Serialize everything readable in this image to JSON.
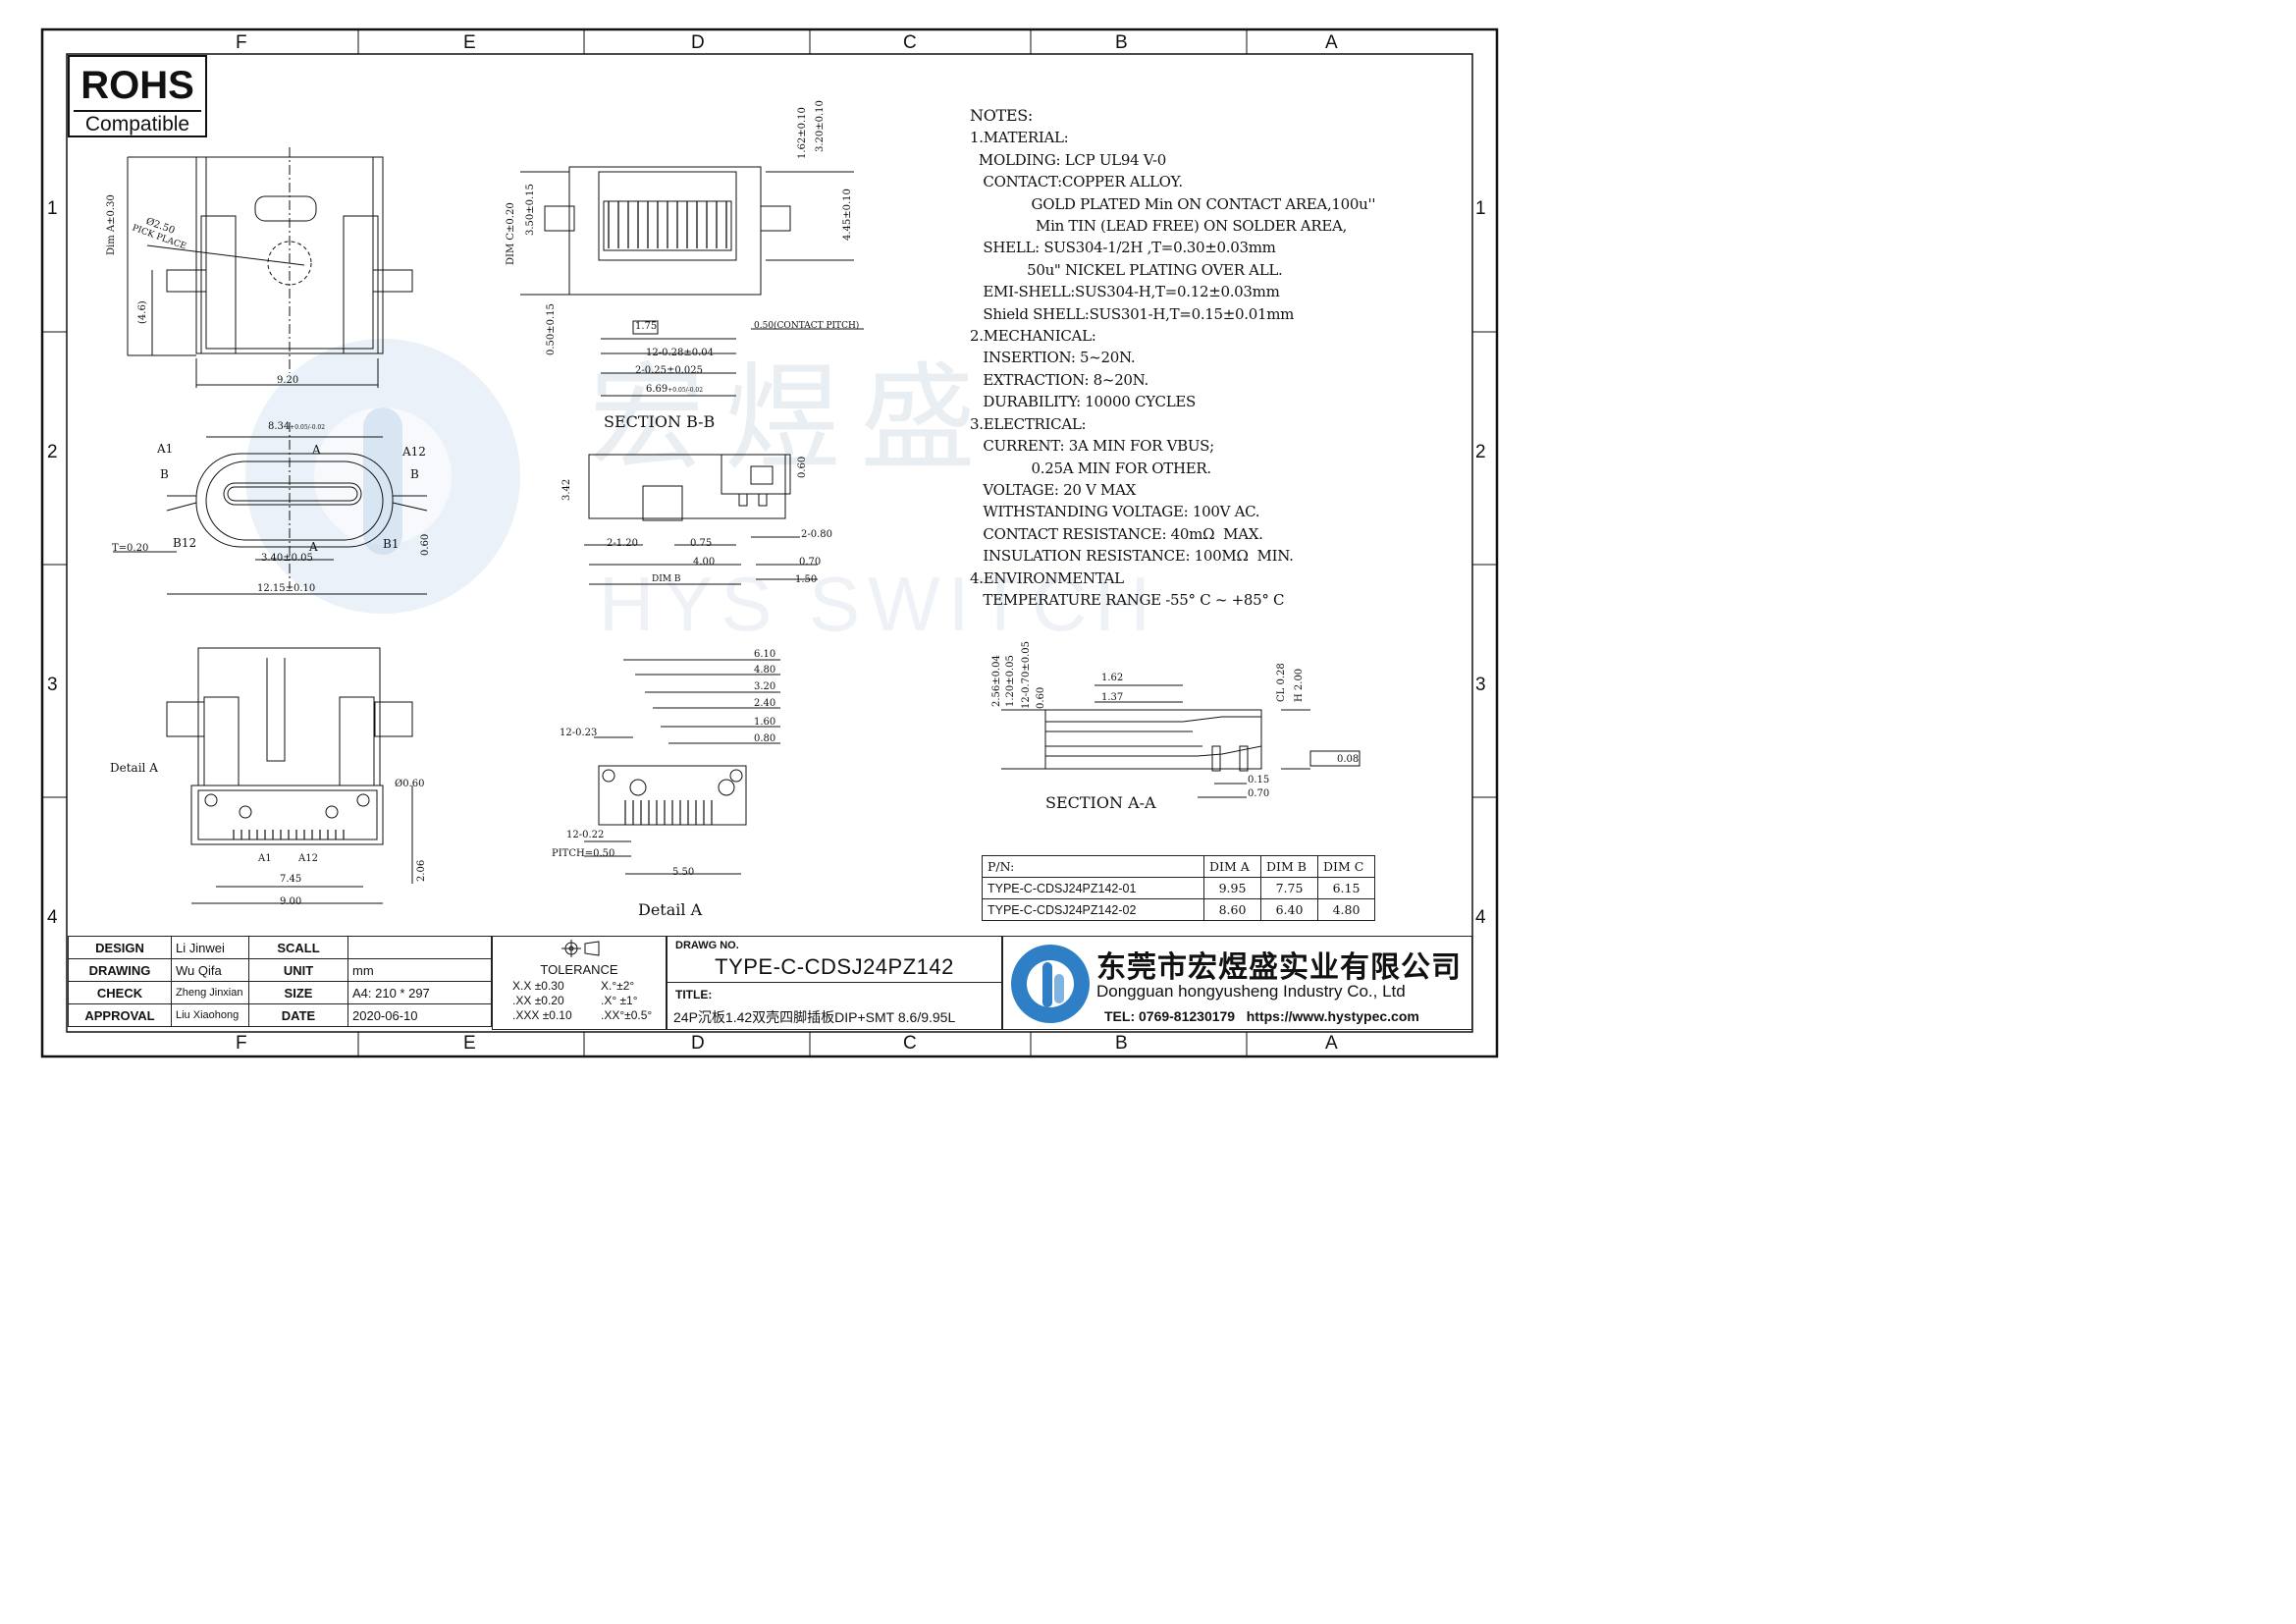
{
  "zones": {
    "columns": [
      "F",
      "E",
      "D",
      "C",
      "B",
      "A"
    ],
    "rows": [
      "1",
      "2",
      "3",
      "4"
    ]
  },
  "rohs": {
    "title": "ROHS",
    "subtitle": "Compatible"
  },
  "watermark": {
    "cn": "宏煜盛",
    "en": "HYS SWITCH"
  },
  "top_view": {
    "dim_a": "Dim A±0.30",
    "pick": "Ø2.50",
    "pick_place": "PICK PLACE",
    "paren": "(4.6)",
    "width": "9.20"
  },
  "section_bb": {
    "caption": "SECTION B-B",
    "d162": "1.62±0.10",
    "d320": "3.20±0.10",
    "d445": "4.45±0.10",
    "d350": "3.50±0.15",
    "dimc": "DIM C±0.20",
    "d050": "0.50±0.15",
    "d175": "1.75",
    "pitch": "0.50(CONTACT PITCH)",
    "d12": "12-0.28±0.04",
    "d2": "2-0.25±0.025",
    "d669": "6.69",
    "d669_tol": "+0.05/-0.02"
  },
  "front_view": {
    "d834": "8.34",
    "d834_tol": "+0.05/-0.02",
    "a": "A",
    "a1": "A1",
    "a12": "A12",
    "b": "B",
    "b12": "B12",
    "b1": "B1",
    "t": "T=0.20",
    "d340": "3.40±0.05",
    "d060": "0.60",
    "d1215": "12.15±0.10"
  },
  "side_view": {
    "d342": "3.42",
    "d060": "0.60",
    "d2120": "2-1.20",
    "d075": "0.75",
    "d280": "2-0.80",
    "d400": "4.00",
    "d070": "0.70",
    "dimb": "DIM B",
    "d150": "1.50"
  },
  "bottom_view": {
    "detail": "Detail A",
    "hole": "Ø0.60",
    "a1": "A1",
    "a12": "A12",
    "d745": "7.45",
    "d206": "2.06",
    "d900": "9.00"
  },
  "detail_a": {
    "caption": "Detail A",
    "d610": "6.10",
    "d480": "4.80",
    "d320": "3.20",
    "d240": "2.40",
    "d160": "1.60",
    "d080": "0.80",
    "d1223": "12-0.23",
    "d1222": "12-0.22",
    "pitch": "PITCH=0.50",
    "d550": "5.50"
  },
  "notes": {
    "title": "NOTES:",
    "lines": [
      "1.MATERIAL:",
      "  MOLDING: LCP UL94 V-0",
      "   CONTACT:COPPER ALLOY.",
      "              GOLD PLATED Min ON CONTACT AREA,100u''",
      "               Min TIN (LEAD FREE) ON SOLDER AREA,",
      "   SHELL: SUS304-1/2H ,T=0.30±0.03mm",
      "             50u\" NICKEL PLATING OVER ALL.",
      "   EMI-SHELL:SUS304-H,T=0.12±0.03mm",
      "   Shield SHELL:SUS301-H,T=0.15±0.01mm",
      "2.MECHANICAL:",
      "   INSERTION: 5~20N.",
      "   EXTRACTION: 8~20N.",
      "   DURABILITY: 10000 CYCLES",
      "3.ELECTRICAL:",
      "   CURRENT: 3A MIN FOR VBUS;",
      "              0.25A MIN FOR OTHER.",
      "   VOLTAGE: 20 V MAX",
      "   WITHSTANDING VOLTAGE: 100V AC.",
      "   CONTACT RESISTANCE: 40mΩ  MAX.",
      "   INSULATION RESISTANCE: 100MΩ  MIN.",
      "4.ENVIRONMENTAL",
      "   TEMPERATURE RANGE -55° C ~ +85° C"
    ]
  },
  "section_aa": {
    "caption": "SECTION A-A",
    "d256": "2.56±0.04",
    "d120": "1.20±0.05",
    "d12070": "12-0.70±0.05",
    "d060": "0.60",
    "d162": "1.62",
    "d137": "1.37",
    "cl": "CL 0.28",
    "h": "H 2.00",
    "flat": "0.08",
    "d015": "0.15",
    "d070": "0.70"
  },
  "pn_table": {
    "headers": [
      "P/N:",
      "DIM A",
      "DIM B",
      "DIM C"
    ],
    "rows": [
      [
        "TYPE-C-CDSJ24PZ142-01",
        "9.95",
        "7.75",
        "6.15"
      ],
      [
        "TYPE-C-CDSJ24PZ142-02",
        "8.60",
        "6.40",
        "4.80"
      ]
    ]
  },
  "title_block": {
    "design_label": "DESIGN",
    "design": "Li Jinwei",
    "scall_label": "SCALL",
    "scall": "",
    "drawing_label": "DRAWING",
    "drawing": "Wu Qifa",
    "unit_label": "UNIT",
    "unit": "mm",
    "check_label": "CHECK",
    "check": "Zheng Jinxian",
    "size_label": "SIZE",
    "size": "A4: 210 * 297",
    "approval_label": "APPROVAL",
    "approval": "Liu Xiaohong",
    "date_label": "DATE",
    "date": "2020-06-10",
    "tolerance_label": "TOLERANCE",
    "tol": [
      [
        "X.X",
        "±0.30",
        "X.°±2°"
      ],
      [
        ".XX",
        "±0.20",
        ".X° ±1°"
      ],
      [
        ".XXX",
        "±0.10",
        ".XX°±0.5°"
      ]
    ],
    "drawg_label": "DRAWG NO.",
    "drawg_no": "TYPE-C-CDSJ24PZ142",
    "title_label": "TITLE:",
    "title": "24P沉板1.42双壳四脚插板DIP+SMT 8.6/9.95L",
    "company_cn": "东莞市宏煜盛实业有限公司",
    "company_en": "Dongguan hongyusheng Industry Co., Ltd",
    "contact": "TEL: 0769-81230179   https://www.hystypec.com"
  }
}
